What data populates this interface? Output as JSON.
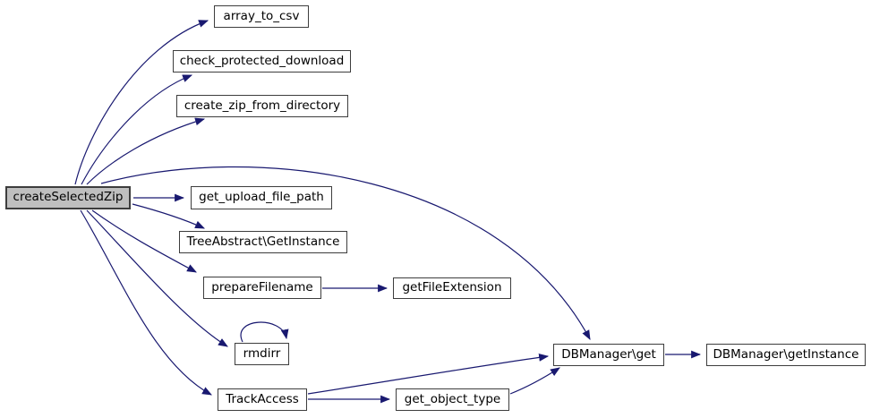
{
  "diagram": {
    "type": "call-graph",
    "colors": {
      "background": "#ffffff",
      "edge": "#191970",
      "node_border": "#3d3d3d",
      "node_fill": "#ffffff",
      "highlight_fill": "#bfbfbf",
      "text": "#000000"
    },
    "nodes": [
      {
        "id": "createSelectedZip",
        "label": "createSelectedZip",
        "highlighted": true
      },
      {
        "id": "array_to_csv",
        "label": "array_to_csv",
        "highlighted": false
      },
      {
        "id": "check_protected_download",
        "label": "check_protected_download",
        "highlighted": false
      },
      {
        "id": "create_zip_from_directory",
        "label": "create_zip_from_directory",
        "highlighted": false
      },
      {
        "id": "get_upload_file_path",
        "label": "get_upload_file_path",
        "highlighted": false
      },
      {
        "id": "TreeAbstract\\GetInstance",
        "label": "TreeAbstract\\GetInstance",
        "highlighted": false
      },
      {
        "id": "prepareFilename",
        "label": "prepareFilename",
        "highlighted": false
      },
      {
        "id": "getFileExtension",
        "label": "getFileExtension",
        "highlighted": false
      },
      {
        "id": "rmdirr",
        "label": "rmdirr",
        "highlighted": false
      },
      {
        "id": "TrackAccess",
        "label": "TrackAccess",
        "highlighted": false
      },
      {
        "id": "get_object_type",
        "label": "get_object_type",
        "highlighted": false
      },
      {
        "id": "DBManager\\get",
        "label": "DBManager\\get",
        "highlighted": false
      },
      {
        "id": "DBManager\\getInstance",
        "label": "DBManager\\getInstance",
        "highlighted": false
      }
    ],
    "edges": [
      {
        "from": "createSelectedZip",
        "to": "array_to_csv"
      },
      {
        "from": "createSelectedZip",
        "to": "check_protected_download"
      },
      {
        "from": "createSelectedZip",
        "to": "create_zip_from_directory"
      },
      {
        "from": "createSelectedZip",
        "to": "DBManager\\get"
      },
      {
        "from": "createSelectedZip",
        "to": "get_upload_file_path"
      },
      {
        "from": "createSelectedZip",
        "to": "TreeAbstract\\GetInstance"
      },
      {
        "from": "createSelectedZip",
        "to": "prepareFilename"
      },
      {
        "from": "createSelectedZip",
        "to": "rmdirr"
      },
      {
        "from": "createSelectedZip",
        "to": "TrackAccess"
      },
      {
        "from": "prepareFilename",
        "to": "getFileExtension"
      },
      {
        "from": "rmdirr",
        "to": "rmdirr"
      },
      {
        "from": "TrackAccess",
        "to": "get_object_type"
      },
      {
        "from": "TrackAccess",
        "to": "DBManager\\get"
      },
      {
        "from": "get_object_type",
        "to": "DBManager\\get"
      },
      {
        "from": "DBManager\\get",
        "to": "DBManager\\getInstance"
      }
    ]
  }
}
